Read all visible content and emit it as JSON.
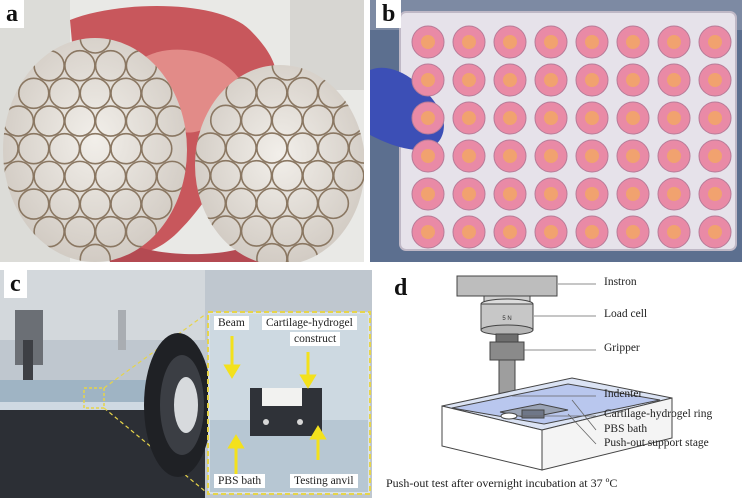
{
  "panels": {
    "a": {
      "label": "a"
    },
    "b": {
      "label": "b"
    },
    "c": {
      "label": "c",
      "tags": {
        "beam": "Beam",
        "construct_line1": "Cartilage-hydrogel",
        "construct_line2": "construct",
        "pbs": "PBS bath",
        "anvil": "Testing anvil"
      }
    },
    "d": {
      "label": "d",
      "callouts": {
        "instron": "Instron",
        "load_cell": "Load cell",
        "gripper": "Gripper",
        "indenter": "Indenter",
        "ring": "Cartilage-hydrogel ring",
        "pbs": "PBS bath",
        "stage": "Push-out support stage"
      },
      "load_cell_text": "5 N",
      "caption": "Push-out test after overnight incubation at 37 ºC"
    }
  },
  "colors": {
    "well_pink": "#e98aa6",
    "well_orange": "#f1a26f",
    "tissue_red": "#c95a5c",
    "cartilage_white": "#ece8e2",
    "zoom_yellow": "#e6d44a",
    "bath_blue": "#b9c7ee"
  }
}
